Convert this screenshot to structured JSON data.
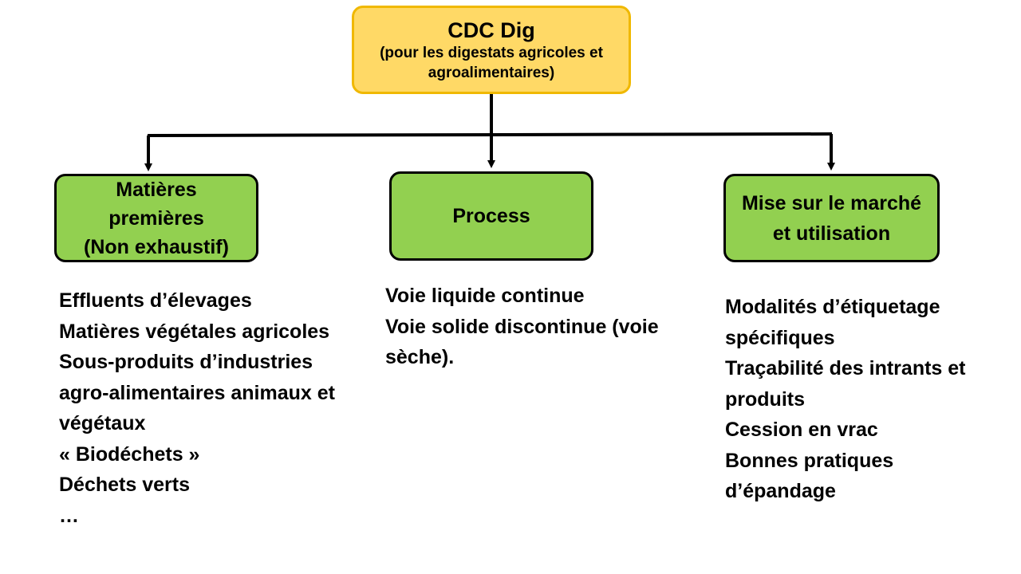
{
  "root": {
    "title": "CDC Dig",
    "subtitle": "(pour les digestats agricoles et agroalimentaires)"
  },
  "columns": [
    {
      "box_label": "Matières\npremières\n(Non exhaustif)",
      "items": [
        "Effluents d’élevages",
        "Matières végétales agricoles",
        "Sous-produits d’industries agro-alimentaires animaux et végétaux",
        "« Biodéchets »",
        "Déchets verts",
        "…"
      ]
    },
    {
      "box_label": "Process",
      "items": [
        "Voie liquide continue",
        "Voie solide discontinue (voie sèche)."
      ]
    },
    {
      "box_label": "Mise sur le marché\net utilisation",
      "items": [
        "Modalités d’étiquetage spécifiques",
        "Traçabilité des intrants et produits",
        "Cession en vrac",
        "Bonnes pratiques d’épandage"
      ]
    }
  ],
  "colors": {
    "root_fill": "#ffd966",
    "root_border": "#f0b800",
    "box_fill": "#92d050",
    "box_border": "#000000",
    "text": "#000000"
  }
}
